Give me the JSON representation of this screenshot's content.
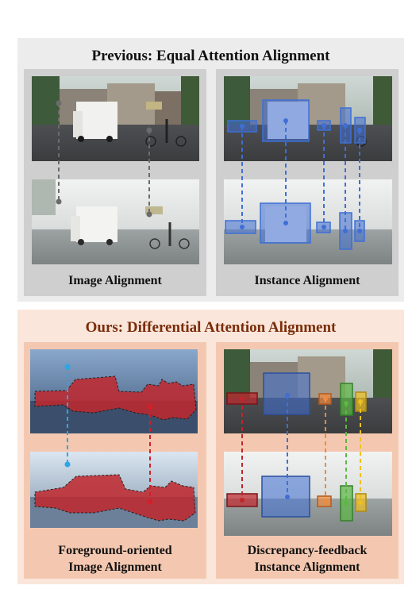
{
  "previous": {
    "title": "Previous: Equal Attention Alignment",
    "left_caption": "Image Alignment",
    "right_caption": "Instance Alignment"
  },
  "ours": {
    "title": "Ours: Differential Attention Alignment",
    "left_caption_line1": "Foreground-oriented",
    "left_caption_line2": "Image Alignment",
    "right_caption_line1": "Discrepancy-feedback",
    "right_caption_line2": "Instance Alignment"
  },
  "colors": {
    "previous_bg": "#ececec",
    "ours_bg": "#fae6da",
    "ours_title": "#7a2d0b",
    "instance_blue": "#3f6fd6",
    "mask_red": "#c1272d",
    "box_red": "#c0262c",
    "box_orange": "#f08a3e",
    "box_green": "#5cb844",
    "box_yellow": "#f0c020",
    "line_cyan": "#2aa7e6"
  }
}
